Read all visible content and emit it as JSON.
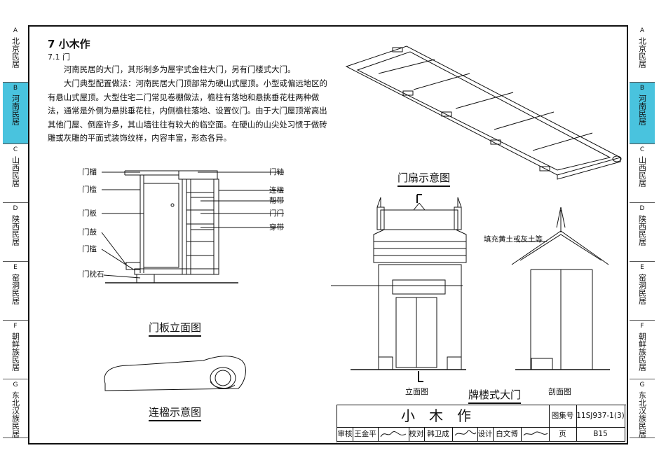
{
  "side_tabs": [
    {
      "letter": "A",
      "label": "北京民居",
      "active": false
    },
    {
      "letter": "B",
      "label": "河南民居",
      "active": true
    },
    {
      "letter": "C",
      "label": "山西民居",
      "active": false
    },
    {
      "letter": "D",
      "label": "陕西民居",
      "active": false
    },
    {
      "letter": "E",
      "label": "窑洞民居",
      "active": false
    },
    {
      "letter": "F",
      "label": "朝鲜族民居",
      "active": false
    },
    {
      "letter": "G",
      "label": "东北汉族民居",
      "active": false
    }
  ],
  "section": {
    "title": "7 小木作",
    "subtitle": "7.1 门"
  },
  "paragraphs": [
    "河南民居的大门，其形制多为屋宇式金柱大门，另有门楼式大门。",
    "大门典型配置做法：河南民居大门顶部常为硬山式屋顶。小型或偏远地区的有悬山式屋顶。大型住宅二门常见卷棚做法，檐柱有落地和悬挑垂花柱两种做法，通常是外侧为悬挑垂花柱，内侧檐柱落地、设置仪门。由于大门屋顶常高出其他门屋、倒座许多，其山墙往往有较大的临空面。在硬山的山尖处习惯于做砖雕或灰雕的平面式装饰纹样，内容丰富，形态各异。"
  ],
  "door_panel": {
    "labels_left": [
      "门楣",
      "门槛",
      "门板",
      "门鼓",
      "门槛",
      "门枕石"
    ],
    "labels_right": [
      "门轴",
      "连楹",
      "帮带",
      "门闩",
      "穿带"
    ],
    "caption": "门板立面图"
  },
  "lintel_caption": "连楹示意图",
  "door_leaf_caption": "门扇示意图",
  "archway": {
    "elevation_label": "立面图",
    "section_label": "剖面图",
    "caption": "牌楼式大门",
    "fill_note": "填充黄土或灰土等",
    "section_marks": [
      "Γ",
      "L"
    ]
  },
  "title_block": {
    "title": "小木作",
    "atlas_label": "图集号",
    "atlas_no": "11SJ937-1(3)",
    "page_label": "页",
    "page_no": "B15",
    "review_label": "审核",
    "reviewer": "王金平",
    "check_label": "校对",
    "checker": "韩卫成",
    "design_label": "设计",
    "designer": "白文博"
  }
}
